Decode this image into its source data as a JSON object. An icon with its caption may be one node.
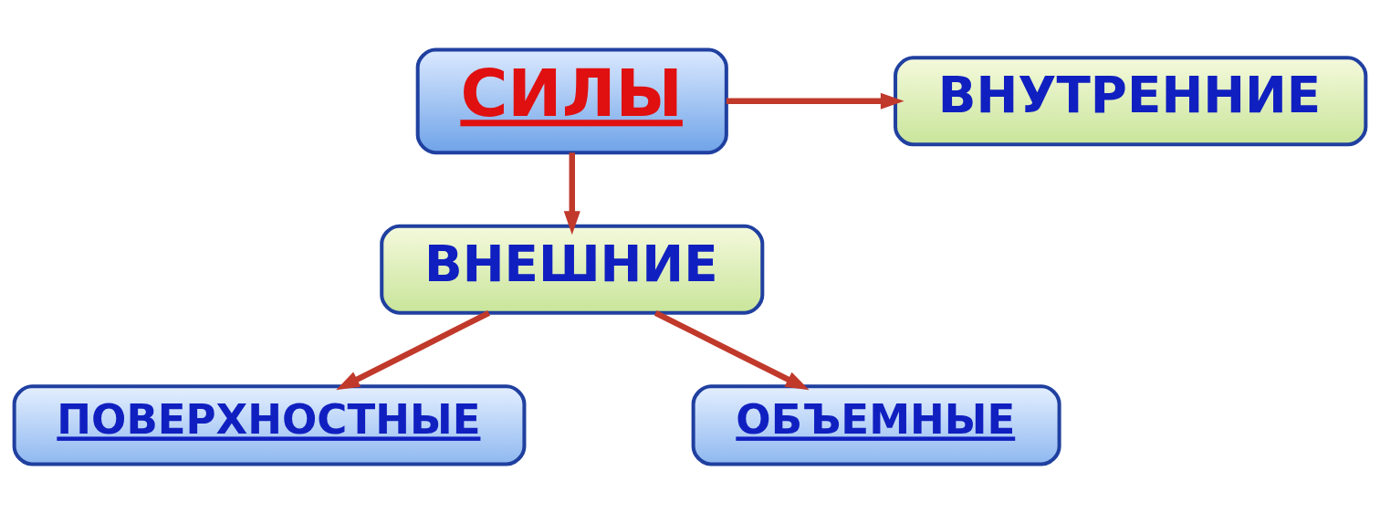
{
  "diagram": {
    "nodes": [
      {
        "text": [
          "СИЛЫ"
        ]
      },
      {
        "text": [
          "ВНУТРЕННИЕ"
        ]
      },
      {
        "text": [
          "ВНЕШНИЕ"
        ]
      },
      {
        "text": [
          "ПОВЕРХНОСТНЫЕ"
        ]
      },
      {
        "text": [
          "ОБЪЕМНЫЕ"
        ]
      }
    ],
    "edges": [
      {
        "from": 0,
        "to": 1,
        "arrow": "to"
      },
      {
        "from": 0,
        "to": 2,
        "arrow": "to"
      },
      {
        "from": 2,
        "to": 3,
        "arrow": "to"
      },
      {
        "from": 2,
        "to": 4,
        "arrow": "to"
      }
    ]
  }
}
